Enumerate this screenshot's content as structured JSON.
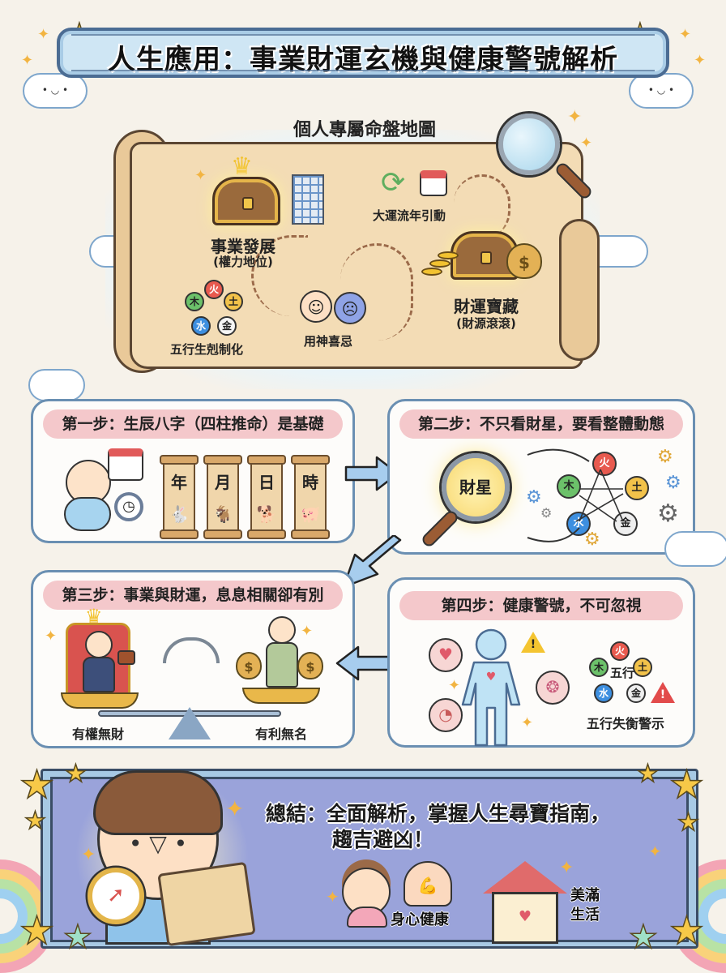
{
  "header": {
    "title": "人生應用：事業財運玄機與健康警號解析"
  },
  "map": {
    "title": "個人專屬命盤地圖",
    "career": {
      "label": "事業發展",
      "sub": "(權力地位)"
    },
    "fortune_trigger": {
      "label": "大運流年引動"
    },
    "wealth": {
      "label": "財運寶藏",
      "sub": "(財源滾滾)"
    },
    "five_elements": {
      "label": "五行生剋制化",
      "elements": [
        "木",
        "火",
        "土",
        "金",
        "水"
      ]
    },
    "useful_god": {
      "label": "用神喜忌"
    },
    "money_symbol": "$"
  },
  "steps": [
    {
      "title": "第一步：生辰八字（四柱推命）是基礎",
      "pillars": [
        {
          "char": "年",
          "animal": "🐇"
        },
        {
          "char": "月",
          "animal": "🐐"
        },
        {
          "char": "日",
          "animal": "🐕"
        },
        {
          "char": "時",
          "animal": "🐖"
        }
      ]
    },
    {
      "title": "第二步：不只看財星，要看整體動態",
      "lens_label": "財星",
      "elements": [
        "火",
        "土",
        "金",
        "水",
        "木"
      ]
    },
    {
      "title": "第三步：事業與財運，息息相關卻有別",
      "left_label": "有權無財",
      "right_label": "有利無名",
      "money_symbol": "$"
    },
    {
      "title": "第四步：健康警號，不可忽視",
      "wuxing_center": "五行",
      "wuxing_label": "五行失衡警示",
      "warning_symbol": "!",
      "elements": [
        "火",
        "土",
        "金",
        "水",
        "木"
      ]
    }
  ],
  "summary": {
    "line1": "總結：全面解析，掌握人生尋寶指南，",
    "line2": "趨吉避凶！",
    "outcomes": [
      {
        "label": "身心健康"
      },
      {
        "label_line1": "美滿",
        "label_line2": "生活"
      }
    ]
  },
  "colors": {
    "background": "#f6f2ea",
    "banner_fill": "#cfe6f4",
    "banner_border": "#4b6c93",
    "step_border": "#6a8fb2",
    "step_title_fill": "#f4c8cb",
    "summary_fill": "#9aa3da",
    "arrow_fill": "#a7cdee",
    "scroll_fill": "#f3dcb5",
    "star": "#f7c948"
  }
}
